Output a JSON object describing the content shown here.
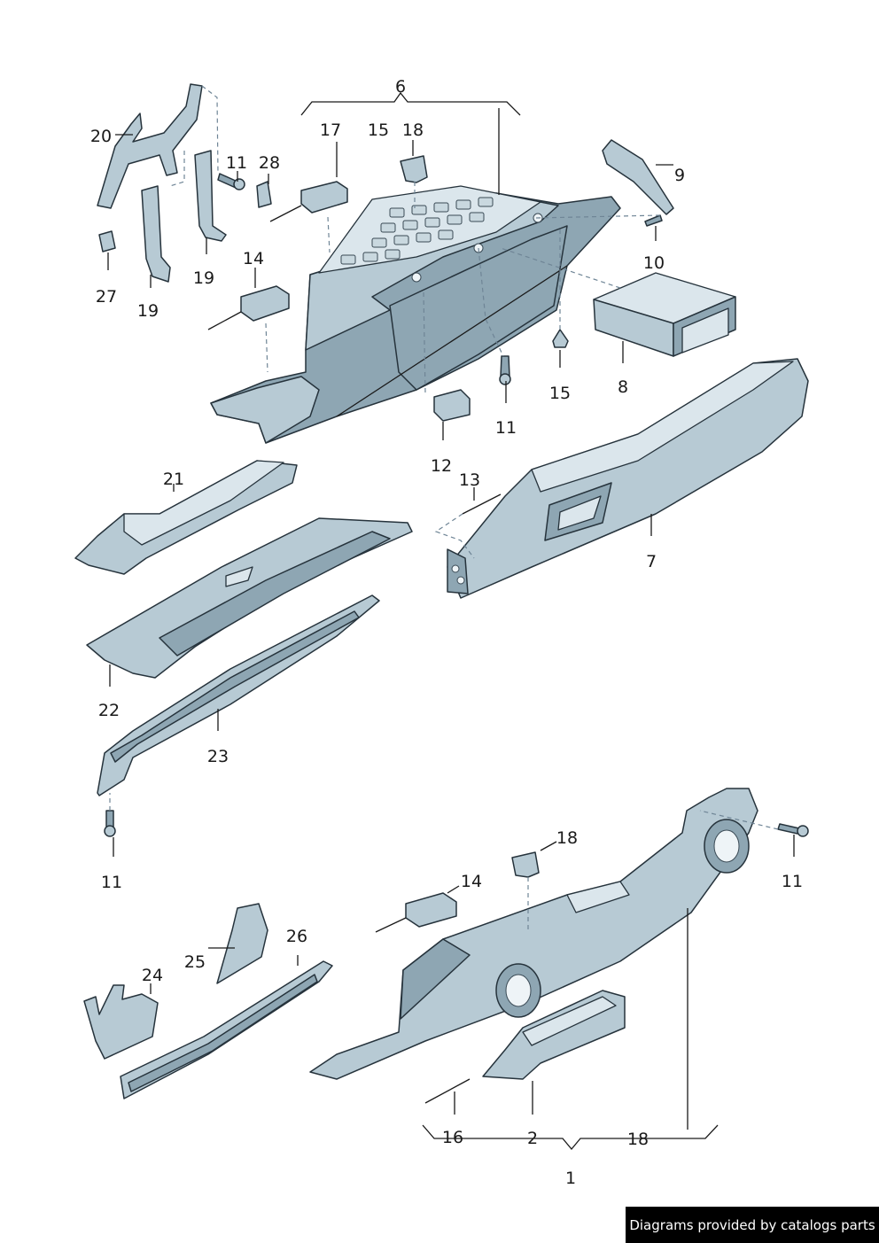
{
  "labels": {
    "l1": "1",
    "l2": "2",
    "l6": "6",
    "l7": "7",
    "l8": "8",
    "l9": "9",
    "l10": "10",
    "l11a": "11",
    "l11b": "11",
    "l11c": "11",
    "l11d": "11",
    "l12": "12",
    "l13": "13",
    "l14a": "14",
    "l14b": "14",
    "l15a": "15",
    "l15b": "15",
    "l16": "16",
    "l17": "17",
    "l18a": "18",
    "l18b": "18",
    "l18c": "18",
    "l19a": "19",
    "l19b": "19",
    "l20": "20",
    "l21": "21",
    "l22": "22",
    "l23": "23",
    "l24": "24",
    "l25": "25",
    "l26": "26",
    "l27": "27",
    "l28": "28"
  },
  "footer": {
    "credit": "Diagrams provided by catalogs parts"
  },
  "colors": {
    "part_fill": "#b7cad4",
    "part_dark": "#8ea6b3",
    "outline": "#26333c",
    "banner_bg": "#000000",
    "banner_text": "#ffffff"
  }
}
